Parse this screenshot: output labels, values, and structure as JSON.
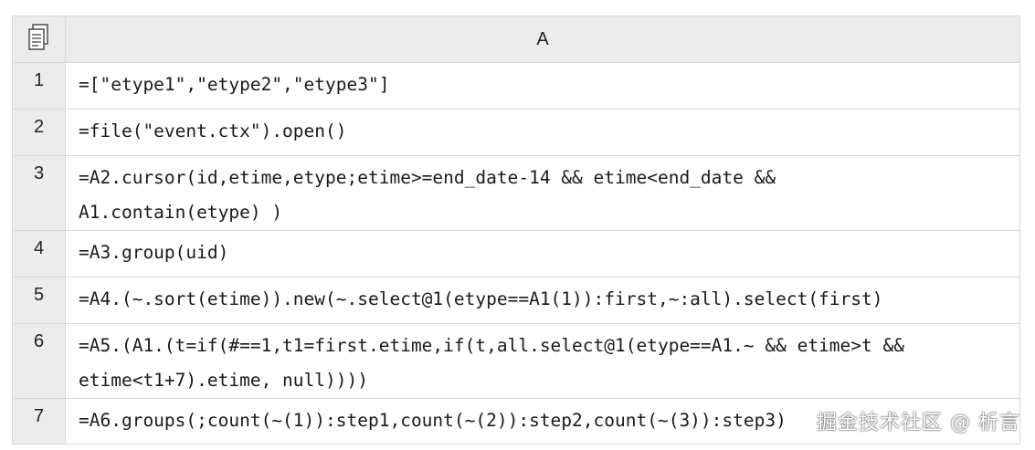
{
  "header": {
    "column_label": "A",
    "corner_icon": "copy-document-icon"
  },
  "rows": [
    {
      "num": "1",
      "formula": "=[\"etype1\",\"etype2\",\"etype3\"]"
    },
    {
      "num": "2",
      "formula": "=file(\"event.ctx\").open()"
    },
    {
      "num": "3",
      "formula": "=A2.cursor(id,etime,etype;etime>=end_date-14 && etime<end_date &&\nA1.contain(etype) )"
    },
    {
      "num": "4",
      "formula": "=A3.group(uid)"
    },
    {
      "num": "5",
      "formula": "=A4.(~.sort(etime)).new(~.select@1(etype==A1(1)):first,~:all).select(first)"
    },
    {
      "num": "6",
      "formula": "=A5.(A1.(t=if(#==1,t1=first.etime,if(t,all.select@1(etype==A1.~ && etime>t &&\netime<t1+7).etime, null))))"
    },
    {
      "num": "7",
      "formula": "=A6.groups(;count(~(1)):step1,count(~(2)):step2,count(~(3)):step3)"
    }
  ],
  "watermark": "掘金技术社区 @ 析言"
}
